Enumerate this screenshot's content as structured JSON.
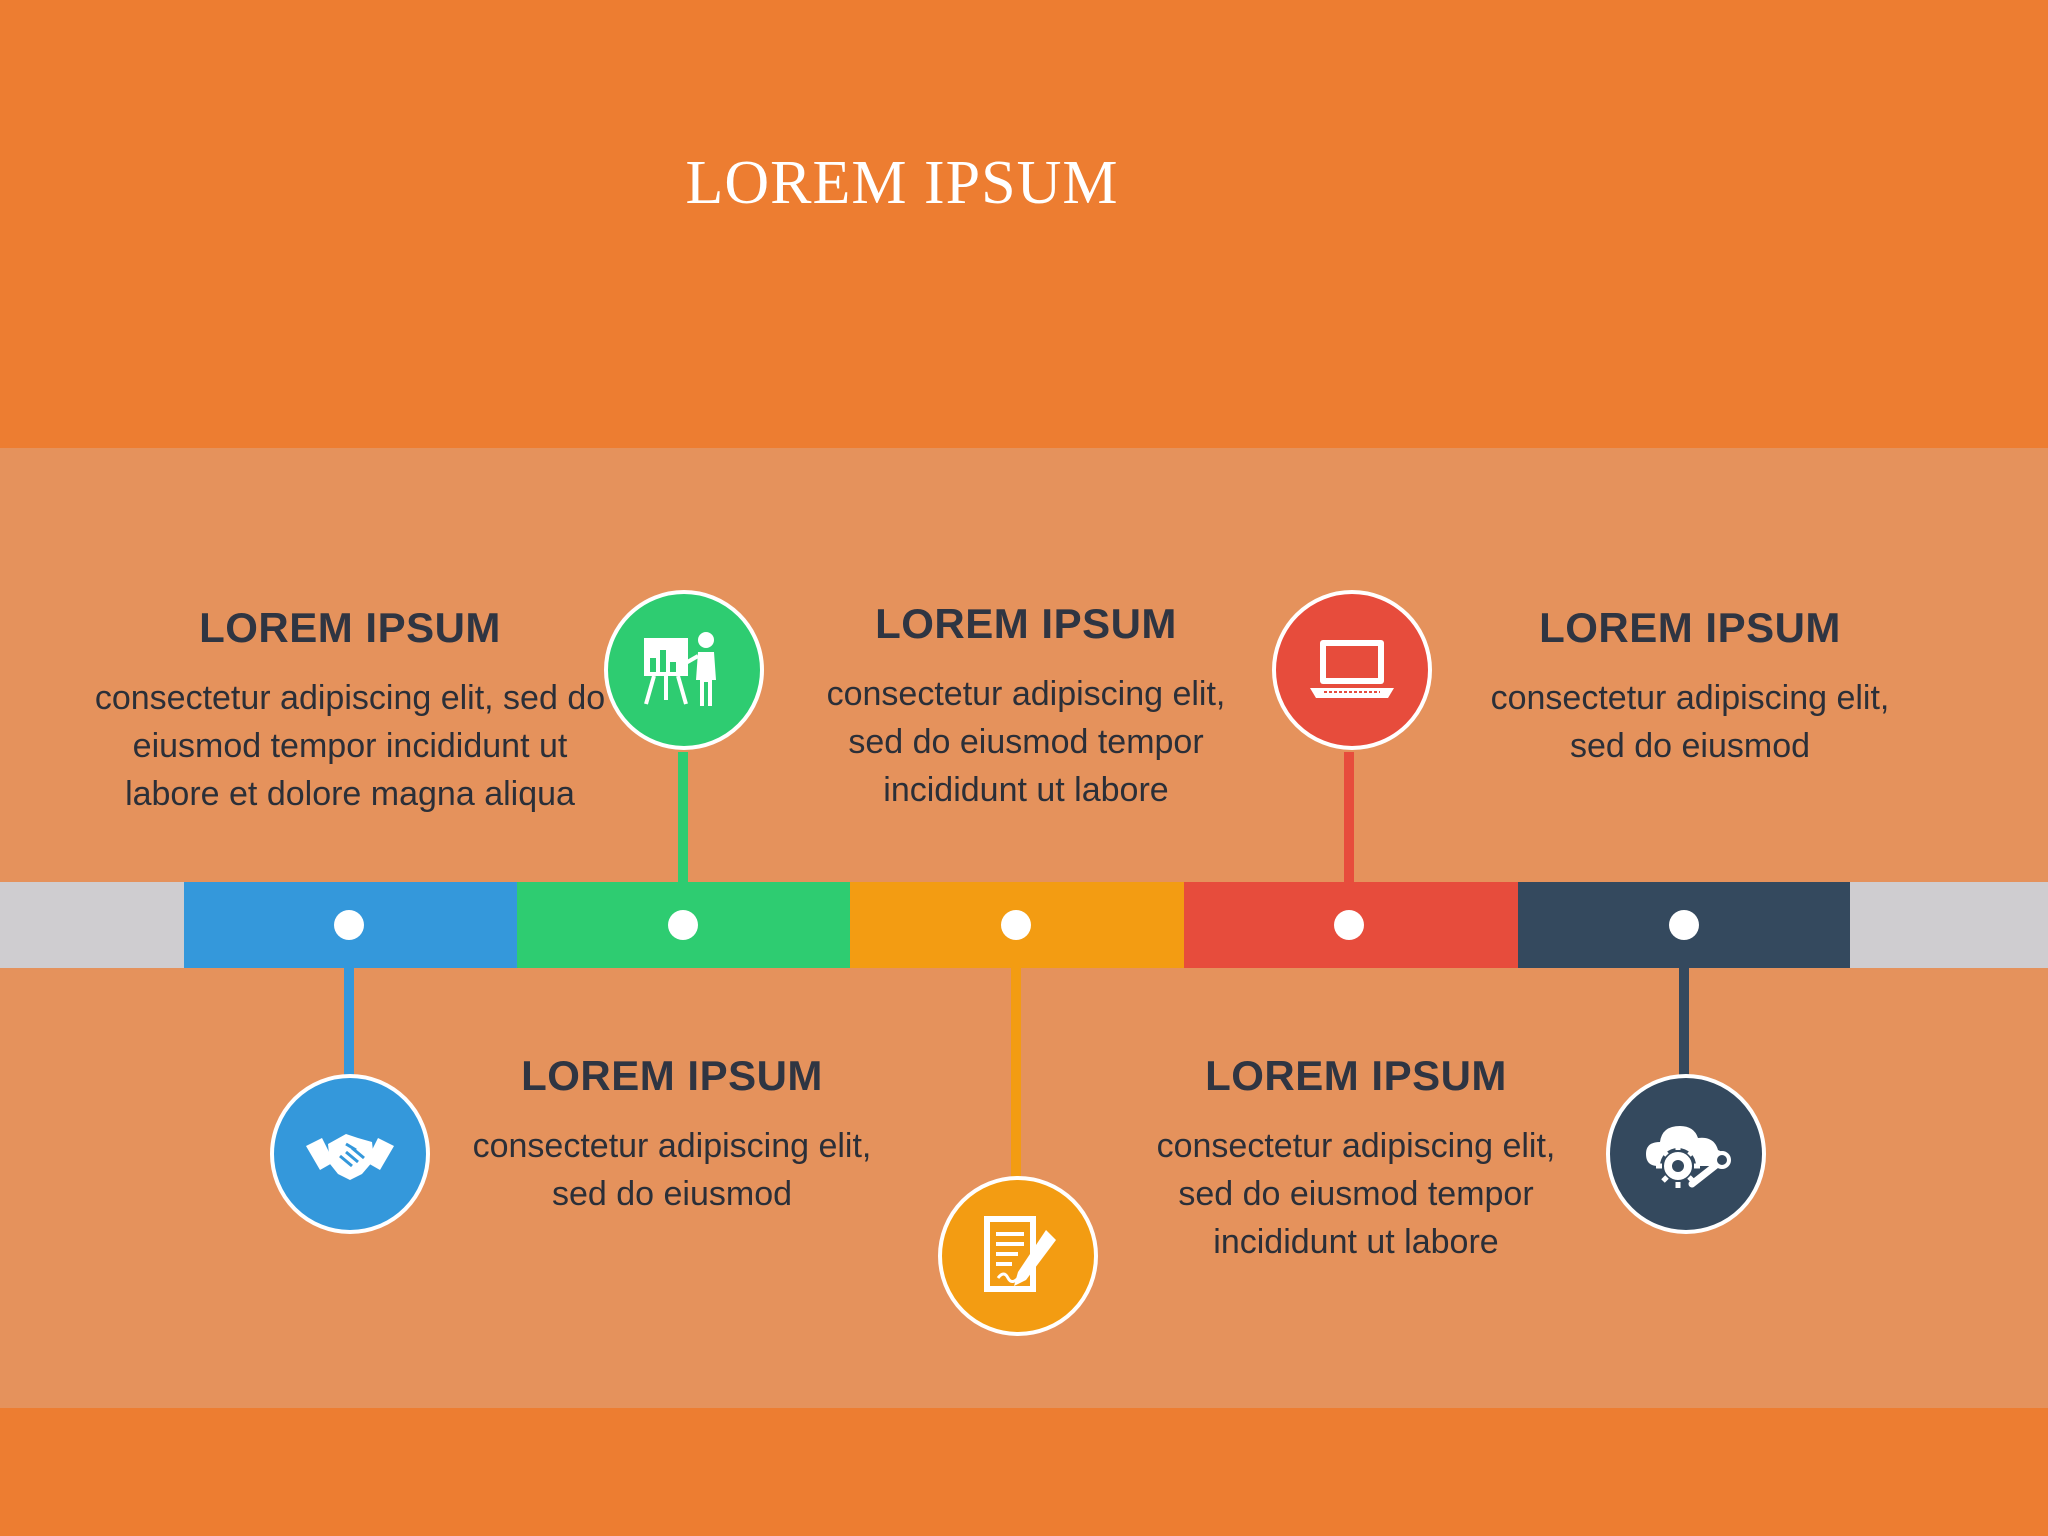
{
  "title": "LOREM IPSUM",
  "colors": {
    "background": "#ED7D31",
    "band": "#E5925C",
    "track": "#CFCDD0",
    "blue": "#3498DB",
    "green": "#2ECC71",
    "yellow": "#F39C12",
    "red": "#E74C3C",
    "navy": "#34495E"
  },
  "steps": [
    {
      "heading": "LOREM IPSUM",
      "body": "consectetur adipiscing elit, sed do\neiusmod tempor incididunt ut\nlabore et dolore magna aliqua",
      "color": "#3498DB",
      "icon": "handshake-icon"
    },
    {
      "heading": "LOREM IPSUM",
      "body": "consectetur adipiscing elit,\nsed do eiusmod",
      "color": "#2ECC71",
      "icon": "presentation-icon"
    },
    {
      "heading": "LOREM IPSUM",
      "body": "consectetur adipiscing elit,\nsed do eiusmod tempor\nincididunt ut labore",
      "color": "#F39C12",
      "icon": "document-pen-icon"
    },
    {
      "heading": "LOREM IPSUM",
      "body": "consectetur adipiscing elit,\nsed do eiusmod tempor\nincididunt ut labore",
      "color": "#E74C3C",
      "icon": "laptop-icon"
    },
    {
      "heading": "LOREM IPSUM",
      "body": "consectetur adipiscing elit,\nsed do eiusmod",
      "color": "#34495E",
      "icon": "cloud-settings-icon"
    }
  ]
}
